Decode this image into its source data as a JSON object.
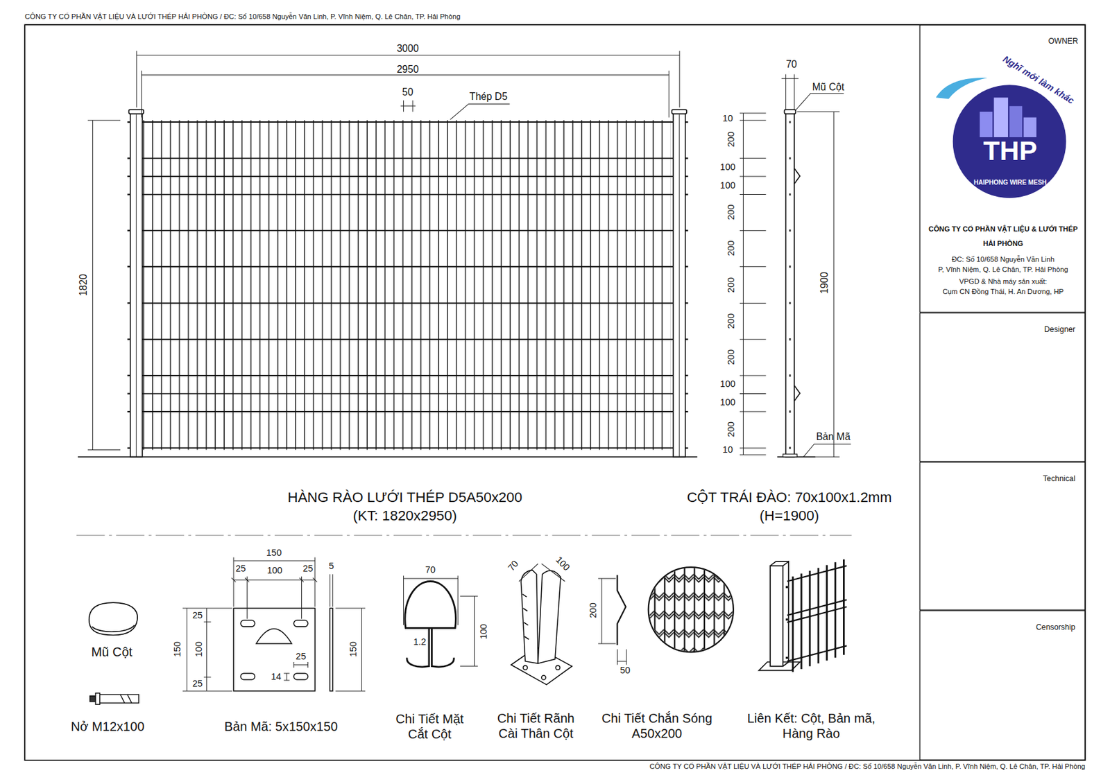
{
  "diagram": {
    "nodes": [
      {
        "text": [
          "OWNER",
          "Nghĩ mới làm khác",
          "THP",
          "HAIPHONG WIRE MESH",
          "CÔNG TY CỔ PHẦN VẬT LIỆU & LƯỚI THÉP",
          "HẢI PHÒNG",
          "ĐC: Số 10/658 Nguyễn Văn Linh",
          "P, Vĩnh Niệm, Q. Lê Chân, TP. Hải Phòng",
          "VPGD & Nhà máy sản xuất:",
          "Cụm CN Đồng Thái, H. An Dương, HP"
        ]
      },
      {
        "text": [
          "Designer"
        ]
      },
      {
        "text": [
          "Technical"
        ]
      },
      {
        "text": [
          "Censorship"
        ]
      }
    ],
    "labels": [
      "CÔNG TY CỔ PHẦN VẬT LIỆU VÀ LƯỚI THÉP HẢI PHÒNG / ĐC: Số 10/658 Nguyễn Văn Linh, P. Vĩnh Niệm, Q. Lê Chân, TP. Hải Phòng",
      "3000",
      "2950",
      "50",
      "Thép D5",
      "1820",
      "70",
      "Mũ Cột",
      "10",
      "200",
      "100",
      "100",
      "200",
      "200",
      "200",
      "200",
      "200",
      "100",
      "100",
      "200",
      "10",
      "1900",
      "Bản Mã",
      "HÀNG RÀO LƯỚI THÉP D5A50x200",
      "(KT: 1820x2950)",
      "CỘT TRÁI ĐÀO: 70x100x1.2mm",
      "(H=1900)",
      "Mũ Cột",
      "Nở M12x100",
      "150",
      "25",
      "100",
      "25",
      "5",
      "25",
      "100",
      "25",
      "150",
      "150",
      "25",
      "14",
      "Bản Mã: 5x150x150",
      "70",
      "100",
      "1.2",
      "Chi Tiết Mặt Cắt Cột",
      "70",
      "100",
      "Chi Tiết Rãnh Cài Thân Cột",
      "200",
      "50",
      "Chi Tiết Chắn Sóng A50x200",
      "Liên Kết: Cột, Bản mã, Hàng Rào",
      "CÔNG TY CỔ PHẦN VẬT LIỆU VÀ LƯỚI THÉP HẢI PHÒNG / ĐC: Số 10/658 Nguyễn Văn Linh, P. Vĩnh Niệm, Q. Lê Chân, TP. Hải Phòng"
    ]
  }
}
